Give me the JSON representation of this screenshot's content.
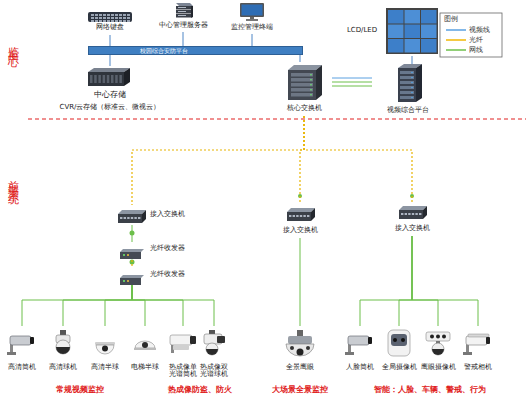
{
  "diagram": {
    "nodes": [
      {
        "text": [
          "网络键盘"
        ]
      },
      {
        "text": [
          "中心管理服务器"
        ]
      },
      {
        "text": [
          "监控管理终端"
        ]
      },
      {
        "text": [
          "LCD/LED"
        ]
      },
      {
        "text": [
          "校园综合安防平台"
        ]
      },
      {
        "text": [
          "中心存储",
          "CVR/云存储（标准云、微视云）"
        ]
      },
      {
        "text": [
          "核心交换机"
        ]
      },
      {
        "text": [
          "视频综合平台"
        ]
      },
      {
        "text": [
          "接入交换机"
        ]
      },
      {
        "text": [
          "接入交换机"
        ]
      },
      {
        "text": [
          "接入交换机"
        ]
      },
      {
        "text": [
          "光纤收发器"
        ]
      },
      {
        "text": [
          "光纤收发器"
        ]
      },
      {
        "text": [
          "高清筒机"
        ]
      },
      {
        "text": [
          "高清球机"
        ]
      },
      {
        "text": [
          "高清半球"
        ]
      },
      {
        "text": [
          "电梯半球"
        ]
      },
      {
        "text": [
          "热成像单 光谱筒机"
        ]
      },
      {
        "text": [
          "热成像双 光谱球机"
        ]
      },
      {
        "text": [
          "全景鹰眼"
        ]
      },
      {
        "text": [
          "人脸筒机"
        ]
      },
      {
        "text": [
          "全局摄像机"
        ]
      },
      {
        "text": [
          "鹰眼摄像机"
        ]
      },
      {
        "text": [
          "警戒相机"
        ]
      }
    ],
    "edges": [
      {
        "from": 0,
        "to": 4,
        "arrow": "none"
      },
      {
        "from": 1,
        "to": 4,
        "arrow": "none"
      },
      {
        "from": 2,
        "to": 4,
        "arrow": "none"
      },
      {
        "from": 5,
        "to": 4,
        "arrow": "none"
      },
      {
        "from": 4,
        "to": 6,
        "arrow": "none"
      },
      {
        "from": 6,
        "to": 7,
        "arrow": "none"
      },
      {
        "from": 7,
        "to": 3,
        "arrow": "none"
      },
      {
        "from": 6,
        "to": 8,
        "arrow": "none"
      },
      {
        "from": 6,
        "to": 9,
        "arrow": "none"
      },
      {
        "from": 6,
        "to": 10,
        "arrow": "none"
      },
      {
        "from": 8,
        "to": 11,
        "arrow": "none"
      },
      {
        "from": 11,
        "to": 12,
        "arrow": "none"
      },
      {
        "from": 12,
        "to": 13,
        "arrow": "none"
      },
      {
        "from": 12,
        "to": 14,
        "arrow": "none"
      },
      {
        "from": 12,
        "to": 15,
        "arrow": "none"
      },
      {
        "from": 12,
        "to": 16,
        "arrow": "none"
      },
      {
        "from": 12,
        "to": 17,
        "arrow": "none"
      },
      {
        "from": 12,
        "to": 18,
        "arrow": "none"
      },
      {
        "from": 9,
        "to": 19,
        "arrow": "none"
      },
      {
        "from": 10,
        "to": 20,
        "arrow": "none"
      },
      {
        "from": 10,
        "to": 21,
        "arrow": "none"
      },
      {
        "from": 10,
        "to": 22,
        "arrow": "none"
      },
      {
        "from": 10,
        "to": 23,
        "arrow": "none"
      }
    ],
    "labels": [
      "监控中心",
      "图例",
      "前端子系统",
      "常规视频监控",
      "热成像防盗、防火",
      "大场景全景监控",
      "智能：人脸、车辆、警戒、行为"
    ],
    "legend": [
      {
        "text": "视频线"
      },
      {
        "text": "光纤"
      },
      {
        "text": "网线"
      }
    ]
  }
}
